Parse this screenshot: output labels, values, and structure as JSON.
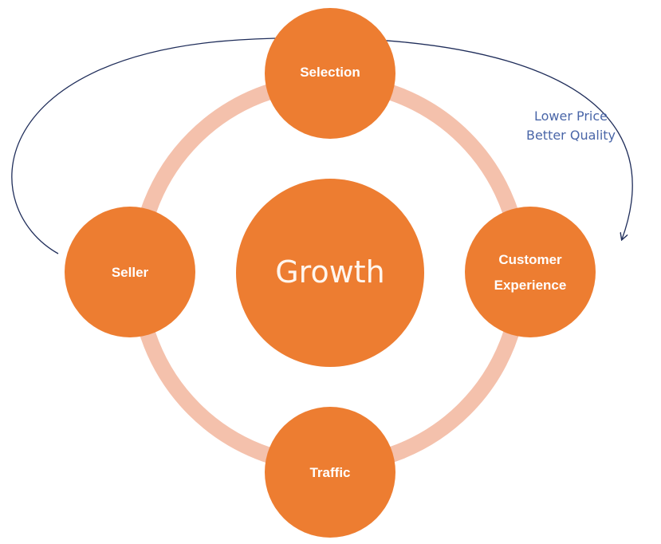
{
  "diagram": {
    "center": {
      "label": "Growth"
    },
    "nodes": {
      "selection": {
        "label": "Selection"
      },
      "customer_experience": {
        "line1": "Customer",
        "line2": "Experience"
      },
      "traffic": {
        "label": "Traffic"
      },
      "seller": {
        "label": "Seller"
      }
    },
    "annotation": {
      "line1": "Lower Price",
      "line2": "Better Quality"
    },
    "colors": {
      "node_fill": "#ED7D31",
      "ring": "#F4C1AC",
      "arrow": "#1F2D5A",
      "annotation_text": "#4A66A8"
    }
  }
}
